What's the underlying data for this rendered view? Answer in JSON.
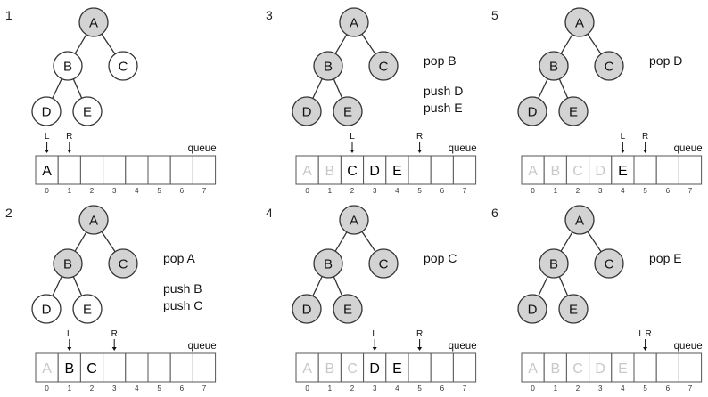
{
  "figure": {
    "title": "Breadth-first traversal of a binary tree using an array queue",
    "queue_label": "queue",
    "left_pointer_label": "L",
    "right_pointer_label": "R",
    "colors": {
      "visited_fill": "#d3d3d3",
      "unvisited_fill": "#ffffff",
      "stroke": "#333333",
      "active_text": "#000000",
      "popped_text": "#c8c8c8"
    },
    "tree": {
      "nodes": [
        "A",
        "B",
        "C",
        "D",
        "E"
      ],
      "edges": [
        [
          "A",
          "B"
        ],
        [
          "A",
          "C"
        ],
        [
          "B",
          "D"
        ],
        [
          "B",
          "E"
        ]
      ]
    },
    "queue_indices": [
      "0",
      "1",
      "2",
      "3",
      "4",
      "5",
      "6",
      "7"
    ]
  },
  "panels": [
    {
      "step": "1",
      "visited": [
        "A"
      ],
      "annotations": [],
      "queue": [
        "A",
        "",
        "",
        "",
        "",
        "",
        "",
        ""
      ],
      "popped": [],
      "L": 0,
      "R": 1
    },
    {
      "step": "2",
      "visited": [
        "A",
        "B",
        "C"
      ],
      "annotations": [
        "pop A",
        "push B",
        "push C"
      ],
      "queue": [
        "A",
        "B",
        "C",
        "",
        "",
        "",
        "",
        ""
      ],
      "popped": [
        0
      ],
      "L": 1,
      "R": 3
    },
    {
      "step": "3",
      "visited": [
        "A",
        "B",
        "C",
        "D",
        "E"
      ],
      "annotations": [
        "pop B",
        "push D",
        "push E"
      ],
      "queue": [
        "A",
        "B",
        "C",
        "D",
        "E",
        "",
        "",
        ""
      ],
      "popped": [
        0,
        1
      ],
      "L": 2,
      "R": 5
    },
    {
      "step": "4",
      "visited": [
        "A",
        "B",
        "C",
        "D",
        "E"
      ],
      "annotations": [
        "pop C"
      ],
      "queue": [
        "A",
        "B",
        "C",
        "D",
        "E",
        "",
        "",
        ""
      ],
      "popped": [
        0,
        1,
        2
      ],
      "L": 3,
      "R": 5
    },
    {
      "step": "5",
      "visited": [
        "A",
        "B",
        "C",
        "D",
        "E"
      ],
      "annotations": [
        "pop D"
      ],
      "queue": [
        "A",
        "B",
        "C",
        "D",
        "E",
        "",
        "",
        ""
      ],
      "popped": [
        0,
        1,
        2,
        3
      ],
      "L": 4,
      "R": 5
    },
    {
      "step": "6",
      "visited": [
        "A",
        "B",
        "C",
        "D",
        "E"
      ],
      "annotations": [
        "pop E"
      ],
      "queue": [
        "A",
        "B",
        "C",
        "D",
        "E",
        "",
        "",
        ""
      ],
      "popped": [
        0,
        1,
        2,
        3,
        4
      ],
      "L": 5,
      "R": 5
    }
  ]
}
